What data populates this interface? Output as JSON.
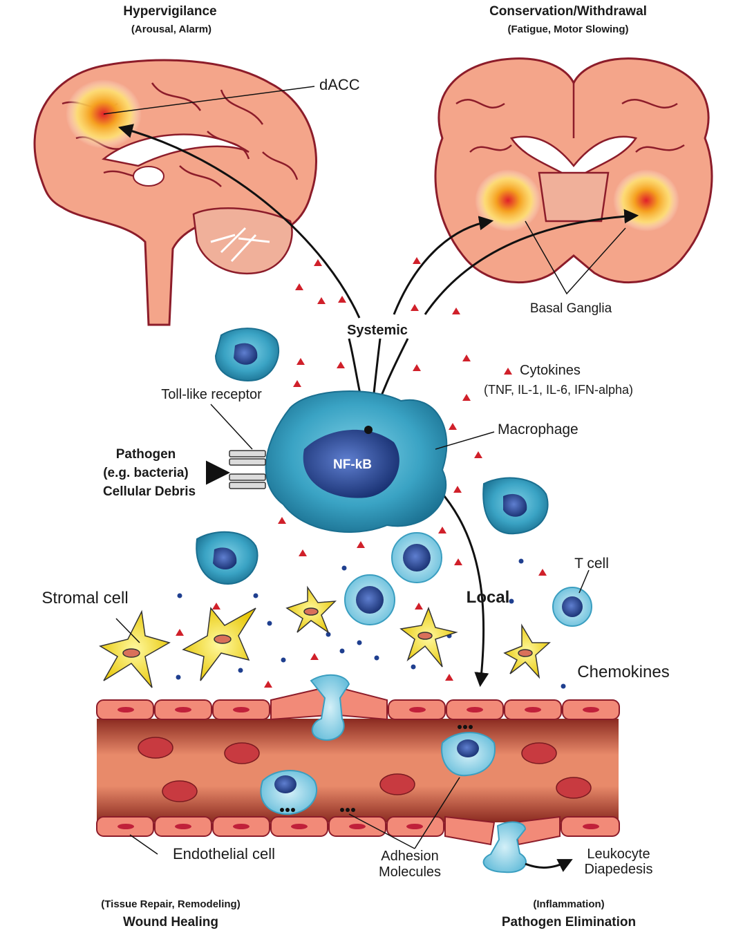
{
  "headers": {
    "hypervigilance": {
      "title": "Hypervigilance",
      "subtitle": "(Arousal, Alarm)"
    },
    "conservation": {
      "title": "Conservation/Withdrawal",
      "subtitle": "(Fatigue, Motor Slowing)"
    },
    "wound_healing": {
      "title": "Wound Healing",
      "subtitle": "(Tissue Repair, Remodeling)"
    },
    "pathogen_elimination": {
      "title": "Pathogen Elimination",
      "subtitle": "(Inflammation)"
    }
  },
  "labels": {
    "dacc": "dACC",
    "basal_ganglia": "Basal Ganglia",
    "systemic": "Systemic",
    "local": "Local",
    "cytokines": "Cytokines",
    "cytokines_list": "(TNF, IL-1, IL-6, IFN-alpha)",
    "toll_like_receptor": "Toll-like receptor",
    "macrophage": "Macrophage",
    "nfkb": "NF-kB",
    "pathogen_line1": "Pathogen",
    "pathogen_line2": "(e.g. bacteria)",
    "pathogen_line3": "Cellular Debris",
    "t_cell": "T cell",
    "stromal_cell": "Stromal cell",
    "chemokines": "Chemokines",
    "endothelial_cell": "Endothelial cell",
    "adhesion_line1": "Adhesion",
    "adhesion_line2": "Molecules",
    "leukocyte_line1": "Leukocyte",
    "leukocyte_line2": "Diapedesis"
  },
  "colors": {
    "brain_fill": "#f4a58a",
    "brain_outline": "#8c1c2a",
    "macrophage": "#3aa3c4",
    "nucleus": "#1f3f8f",
    "cytokine": "#d0202a",
    "chemokine": "#1f3f8f",
    "stromal": "#f5e21a",
    "vessel": "#e0705a",
    "endothelial": "#f28a78",
    "rbc": "#c83a40",
    "tcell": "#8fd3e8"
  }
}
